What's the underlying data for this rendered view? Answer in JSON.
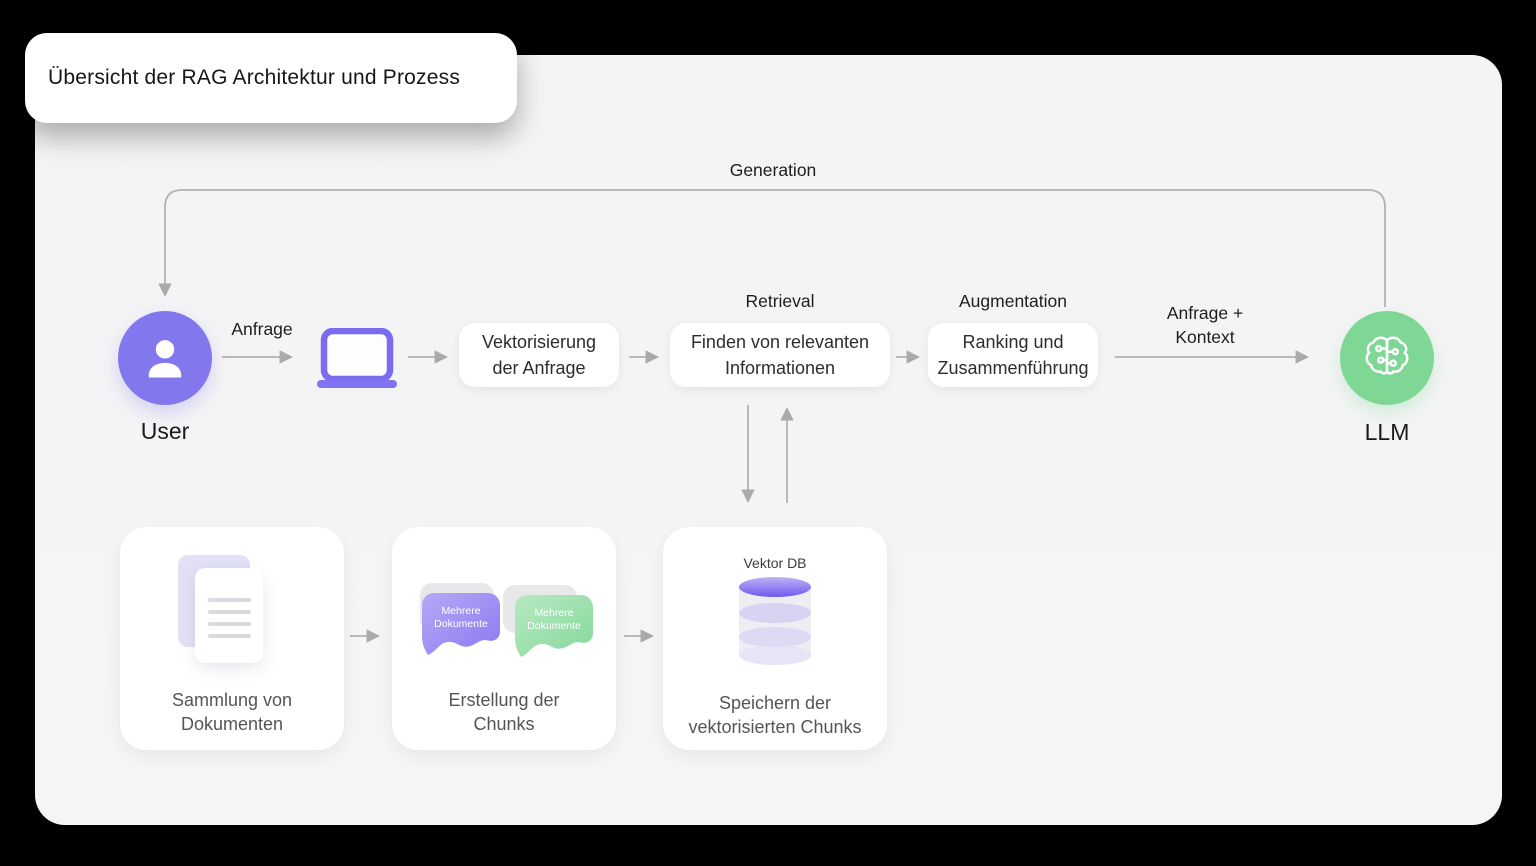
{
  "title_card": {
    "title": "Übersicht der RAG Architektur und Prozess"
  },
  "labels": {
    "generation": "Generation",
    "anfrage": "Anfrage",
    "retrieval": "Retrieval",
    "augmentation": "Augmentation",
    "anfrage_kontext": "Anfrage + Kontext"
  },
  "nodes": {
    "user": {
      "label": "User"
    },
    "llm": {
      "label": "LLM"
    },
    "vectorize": {
      "label": "Vektorisierung der Anfrage"
    },
    "find": {
      "label": "Finden von relevanten Informationen"
    },
    "ranking": {
      "label": "Ranking und Zusammenführung"
    }
  },
  "cards": [
    {
      "label": "Sammlung von Dokumenten"
    },
    {
      "label": "Erstellung der Chunks",
      "chunks": [
        {
          "label": "Mehrere Dokumente"
        },
        {
          "label": "Mehrere Dokumente"
        }
      ]
    },
    {
      "label": "Speichern der vektorisierten Chunks",
      "db_label": "Vektor DB"
    }
  ],
  "colors": {
    "background": "#000000",
    "canvas": "#f4f4f5",
    "user_circle": "#8377ee",
    "llm_circle": "#7ed795",
    "laptop": "#7a6bf0",
    "arrow": "#b1b1b4",
    "chunk_purple": "#8a79f0",
    "chunk_green": "#8fdba4",
    "db_top": "#7158ee"
  }
}
